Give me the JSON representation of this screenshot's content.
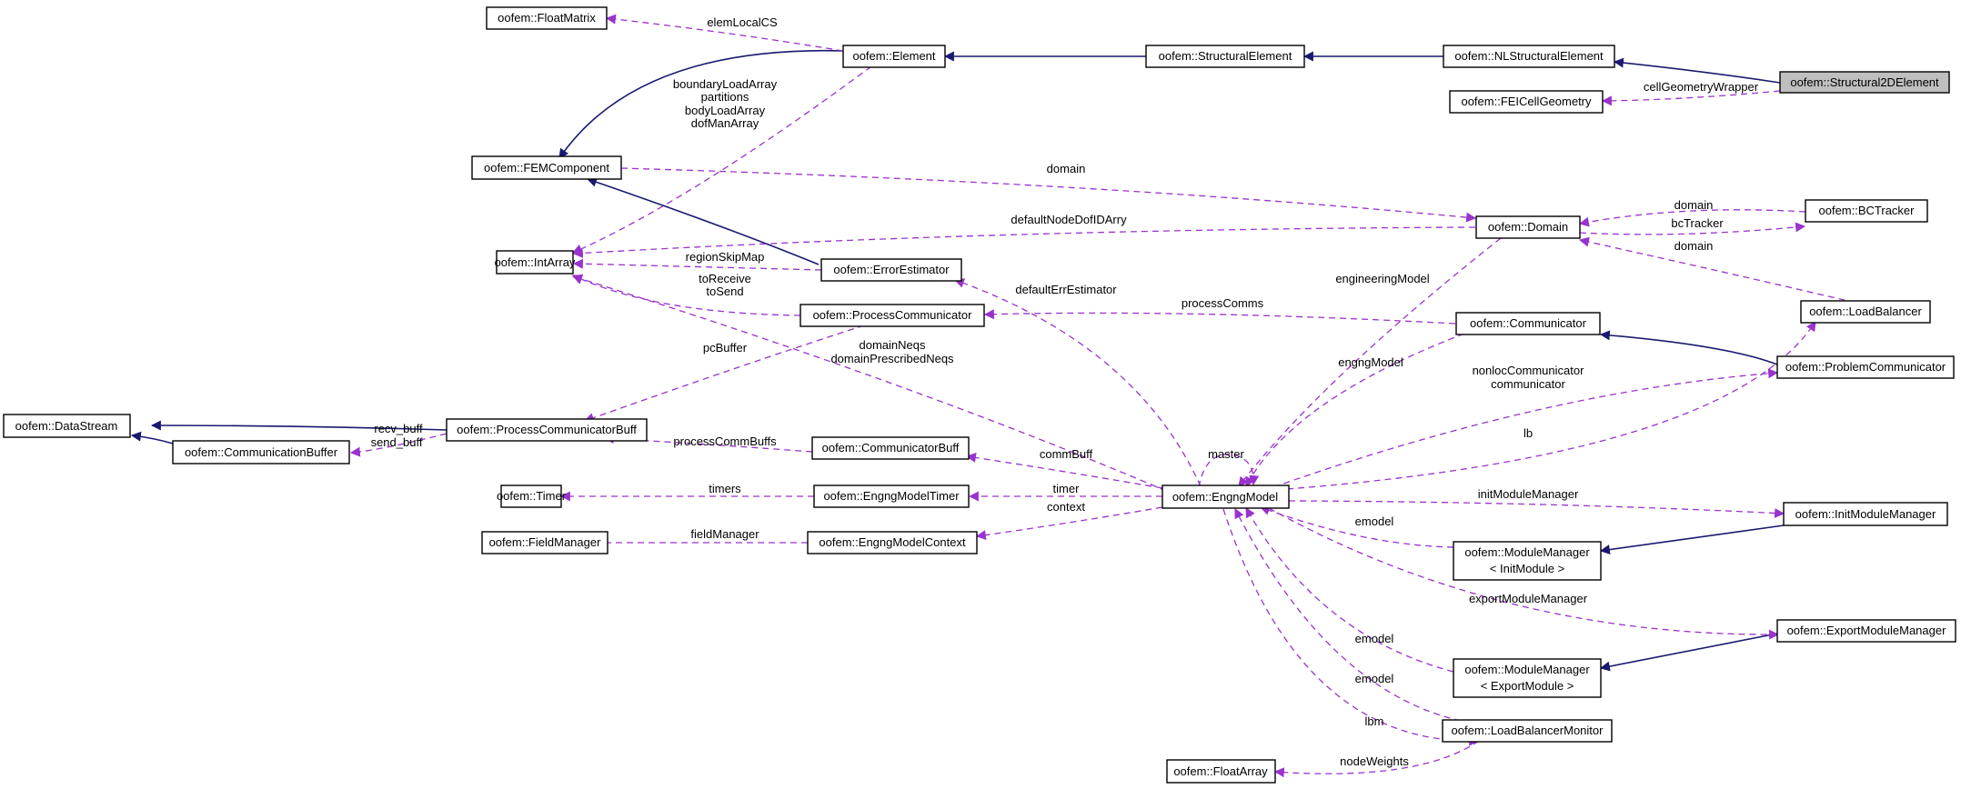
{
  "nodes": {
    "structural2d": "oofem::Structural2DElement",
    "nlstructural": "oofem::NLStructuralElement",
    "structural": "oofem::StructuralElement",
    "element": "oofem::Element",
    "floatmatrix": "oofem::FloatMatrix",
    "feicellgeometry": "oofem::FEICellGeometry",
    "femcomponent": "oofem::FEMComponent",
    "domain": "oofem::Domain",
    "bctracker": "oofem::BCTracker",
    "intarray": "oofem::IntArray",
    "errorestimator": "oofem::ErrorEstimator",
    "processcommunicator": "oofem::ProcessCommunicator",
    "communicator": "oofem::Communicator",
    "loadbalancer": "oofem::LoadBalancer",
    "problemcommunicator": "oofem::ProblemCommunicator",
    "datastream": "oofem::DataStream",
    "processcommunicatorbuff": "oofem::ProcessCommunicatorBuff",
    "communicationbuffer": "oofem::CommunicationBuffer",
    "communicatorbuff": "oofem::CommunicatorBuff",
    "timer": "oofem::Timer",
    "engngmodeltimer": "oofem::EngngModelTimer",
    "engngmodel": "oofem::EngngModel",
    "initmodulemanager": "oofem::InitModuleManager",
    "fieldmanager": "oofem::FieldManager",
    "engngmodelcontext": "oofem::EngngModelContext",
    "modulemanager_init_1": "oofem::ModuleManager",
    "modulemanager_init_2": "< InitModule >",
    "exportmodulemanager": "oofem::ExportModuleManager",
    "modulemanager_export_1": "oofem::ModuleManager",
    "modulemanager_export_2": "< ExportModule >",
    "loadbalancermonitor": "oofem::LoadBalancerMonitor",
    "floatarray": "oofem::FloatArray"
  },
  "edge_labels": {
    "elemLocalCS": "elemLocalCS",
    "boundaryLoadArray": "boundaryLoadArray",
    "partitions": "partitions",
    "bodyLoadArray": "bodyLoadArray",
    "dofManArray": "dofManArray",
    "cellGeometryWrapper": "cellGeometryWrapper",
    "domain_top": "domain",
    "domain_bc1": "domain",
    "bcTracker": "bcTracker",
    "domain_lb": "domain",
    "defaultNodeDofIDArry": "defaultNodeDofIDArry",
    "regionSkipMap": "regionSkipMap",
    "toReceive": "toReceive",
    "toSend": "toSend",
    "defaultErrEstimator": "defaultErrEstimator",
    "engineeringModel": "engineeringModel",
    "processComms": "processComms",
    "pcBuffer": "pcBuffer",
    "domainNeqs": "domainNeqs",
    "domainPrescribedNeqs": "domainPrescribedNeqs",
    "engngModel": "engngModel",
    "nonlocCommunicator": "nonlocCommunicator",
    "communicator": "communicator",
    "recv_buff": "recv_buff",
    "send_buff": "send_buff",
    "processCommBuffs": "processCommBuffs",
    "commBuff": "commBuff",
    "master": "master",
    "lb": "lb",
    "timers": "timers",
    "timer": "timer",
    "context": "context",
    "initModuleManager": "initModuleManager",
    "fieldManager": "fieldManager",
    "emodel_1": "emodel",
    "exportModuleManager": "exportModuleManager",
    "emodel_2": "emodel",
    "emodel_3": "emodel",
    "lbm": "lbm",
    "nodeWeights": "nodeWeights"
  },
  "colors": {
    "inheritance": "#191970",
    "usage": "#9a32cd",
    "highlight": "#bfbfbf"
  }
}
